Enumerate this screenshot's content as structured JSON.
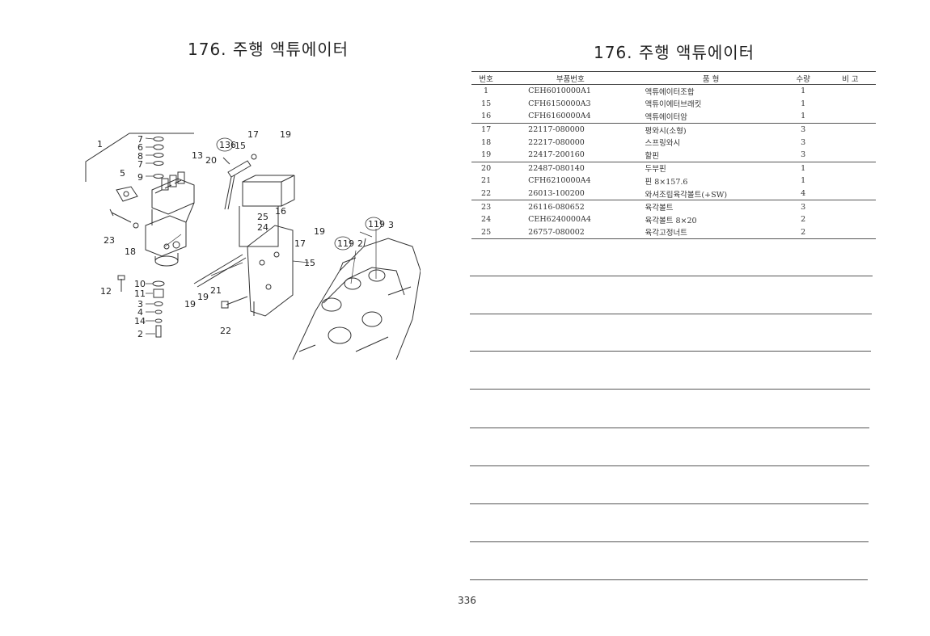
{
  "left_page": {
    "title": "176. 주행 액튜에이터",
    "callouts": [
      "1",
      "7",
      "6",
      "8",
      "7",
      "9",
      "5",
      "13",
      "20",
      "136",
      "15",
      "17",
      "19",
      "16",
      "25",
      "24",
      "19",
      "17",
      "119",
      "3",
      "119",
      "2",
      "23",
      "18",
      "15",
      "12",
      "10",
      "11",
      "3",
      "4",
      "14",
      "2",
      "21",
      "19",
      "19",
      "22"
    ]
  },
  "right_page": {
    "title": "176. 주행 액튜에이터",
    "table": {
      "headers": [
        "번호",
        "부품번호",
        "품     형",
        "수량",
        "비  고"
      ],
      "rows": [
        {
          "no": "1",
          "part": "CEH6010000A1",
          "name": "액튜에이터조합",
          "qty": "1",
          "remark": ""
        },
        {
          "no": "15",
          "part": "CFH6150000A3",
          "name": "액튜이에터브래킷",
          "qty": "1",
          "remark": ""
        },
        {
          "no": "16",
          "part": "CFH6160000A4",
          "name": "액튜에이터암",
          "qty": "1",
          "remark": ""
        },
        {
          "no": "17",
          "part": "22117-080000",
          "name": "평와시(소형)",
          "qty": "3",
          "remark": ""
        },
        {
          "no": "18",
          "part": "22217-080000",
          "name": "스프링와시",
          "qty": "3",
          "remark": ""
        },
        {
          "no": "19",
          "part": "22417-200160",
          "name": "할핀",
          "qty": "3",
          "remark": ""
        },
        {
          "no": "20",
          "part": "22487-080140",
          "name": "두부핀",
          "qty": "1",
          "remark": ""
        },
        {
          "no": "21",
          "part": "CFH6210000A4",
          "name": "핀 8×157.6",
          "qty": "1",
          "remark": ""
        },
        {
          "no": "22",
          "part": "26013-100200",
          "name": "와셔조립육각볼트(+SW)",
          "qty": "4",
          "remark": ""
        },
        {
          "no": "23",
          "part": "26116-080652",
          "name": "육각볼트",
          "qty": "3",
          "remark": ""
        },
        {
          "no": "24",
          "part": "CEH6240000A4",
          "name": "육각볼트 8×20",
          "qty": "2",
          "remark": ""
        },
        {
          "no": "25",
          "part": "26757-080002",
          "name": "육각고정너트",
          "qty": "2",
          "remark": ""
        }
      ]
    },
    "page_number": "336"
  }
}
